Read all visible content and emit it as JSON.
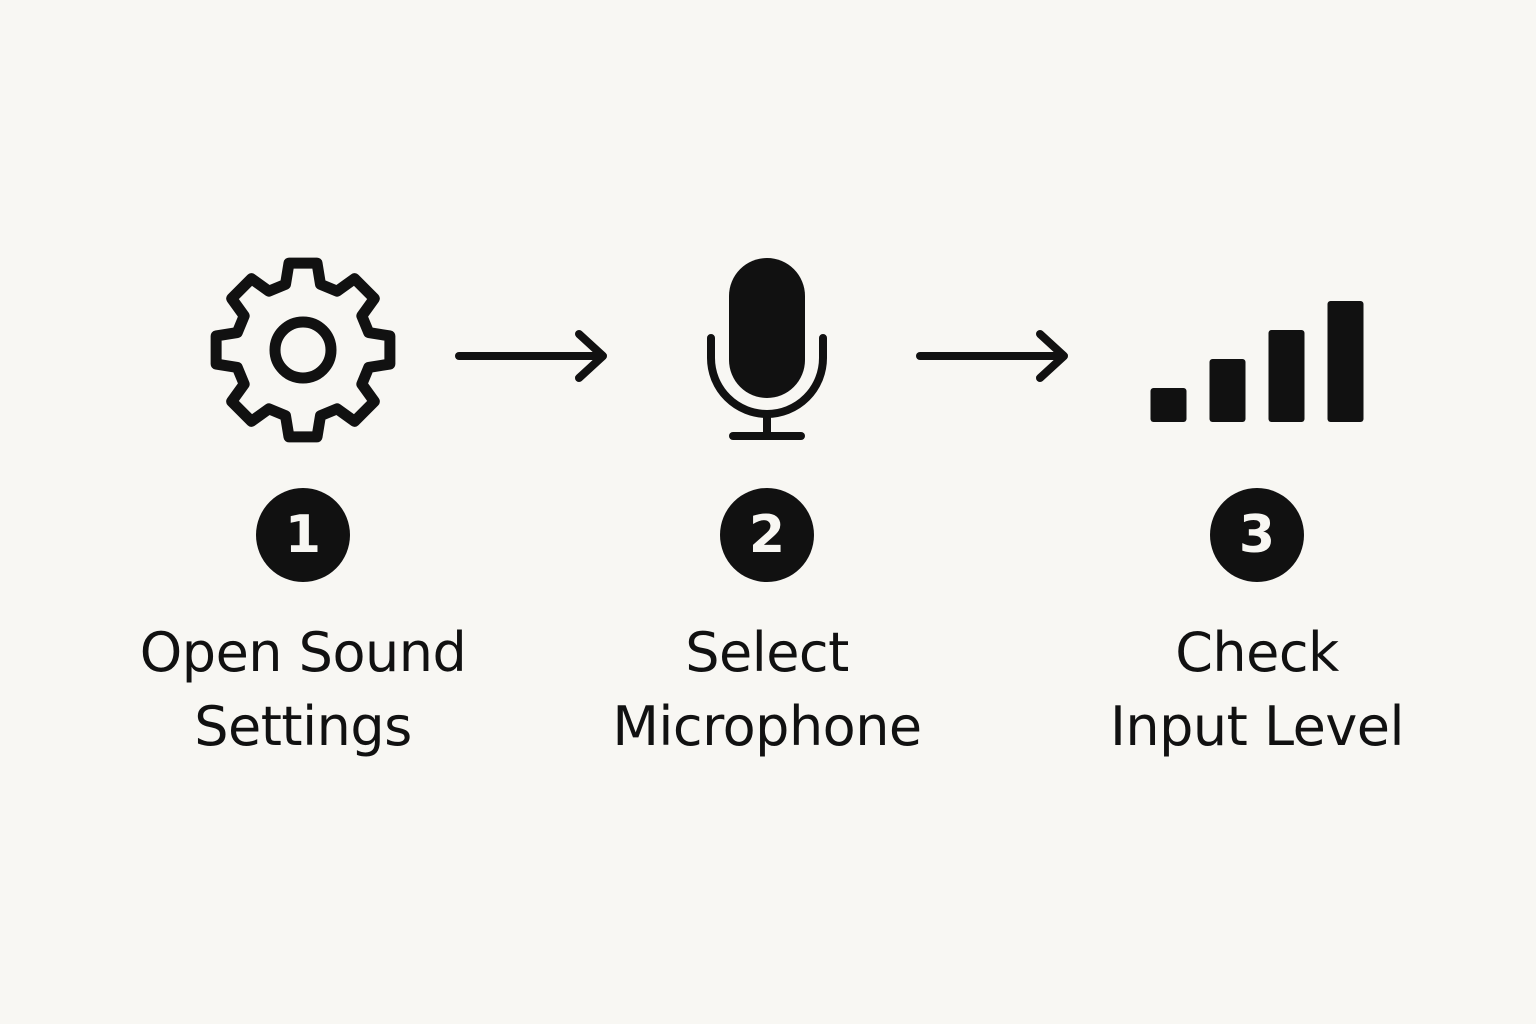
{
  "colors": {
    "background": "#f8f7f3",
    "foreground": "#111111"
  },
  "steps": [
    {
      "icon": "gear-icon",
      "number": "1",
      "label_lines": [
        "Open Sound",
        "Settings"
      ]
    },
    {
      "icon": "microphone-icon",
      "number": "2",
      "label_lines": [
        "Select",
        "Microphone"
      ]
    },
    {
      "icon": "signal-bars-icon",
      "number": "3",
      "label_lines": [
        "Check",
        "Input Level"
      ],
      "levels": [
        1,
        2,
        3,
        4
      ]
    }
  ],
  "connectors": [
    "arrow-right-icon",
    "arrow-right-icon"
  ]
}
